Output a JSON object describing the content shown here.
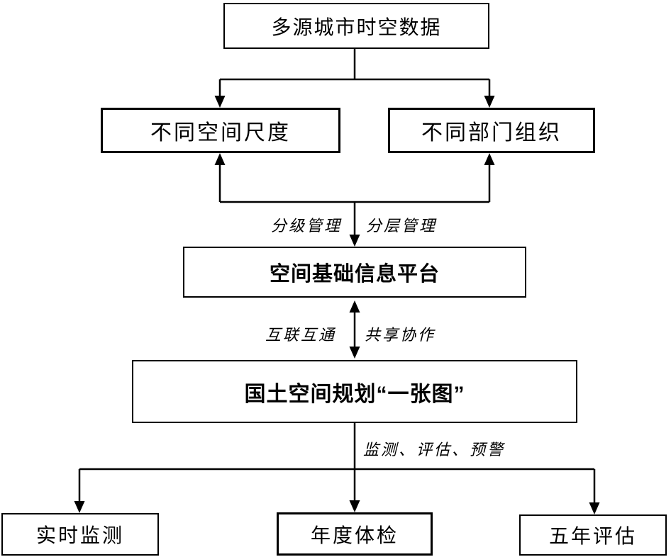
{
  "diagram": {
    "type": "flowchart",
    "background_color": "#ffffff",
    "line_color": "#000000",
    "box_border_color": "#000000",
    "text_color": "#000000"
  },
  "nodes": {
    "source": "多源城市时空数据",
    "spatial_scale": "不同空间尺度",
    "department_org": "不同部门组织",
    "platform": "空间基础信息平台",
    "one_map": "国土空间规划“一张图”",
    "realtime_monitoring": "实时监测",
    "annual_checkup": "年度体检",
    "five_year_evaluation": "五年评估"
  },
  "edge_labels": {
    "graded_management": "分级管理",
    "layered_management": "分层管理",
    "interconnection": "互联互通",
    "sharing_collaboration": "共享协作",
    "monitor_evaluate_warn": "监测、评估、预警"
  }
}
